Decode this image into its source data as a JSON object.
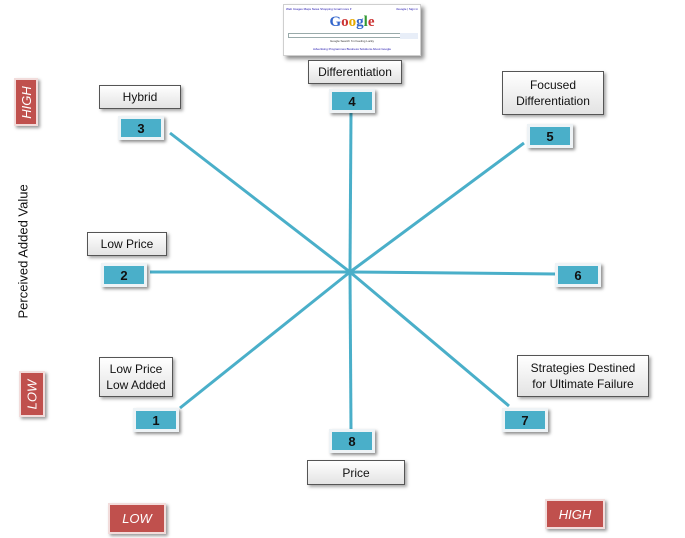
{
  "diagram": {
    "y_axis_label": "Perceived Added Value",
    "levels": {
      "vertical_high": "HIGH",
      "vertical_low": "LOW",
      "horizontal_low": "LOW",
      "horizontal_high": "HIGH"
    },
    "colors": {
      "spoke": "#4aafc9",
      "number_box": "#4aafc9",
      "level_box": "#c0504d"
    },
    "strategies": [
      {
        "number": "1",
        "label": "Low Price\nLow Added"
      },
      {
        "number": "2",
        "label": "Low Price"
      },
      {
        "number": "3",
        "label": "Hybrid"
      },
      {
        "number": "4",
        "label": "Differentiation"
      },
      {
        "number": "5",
        "label": "Focused\nDifferentiation"
      },
      {
        "number": "6",
        "label": ""
      },
      {
        "number": "7",
        "label": "Strategies Destined\nfor Ultimate Failure"
      },
      {
        "number": "8",
        "label": "Price"
      }
    ],
    "thumbnail": {
      "logo": "Google",
      "nav_left": "Web Images Maps News Shopping Gmail more ▾",
      "nav_right": "iGoogle | Sign in",
      "buttons": "Google Search   I'm Feeling Lucky",
      "footer": "Advertising Programmes  Business Solutions  About Google"
    }
  }
}
